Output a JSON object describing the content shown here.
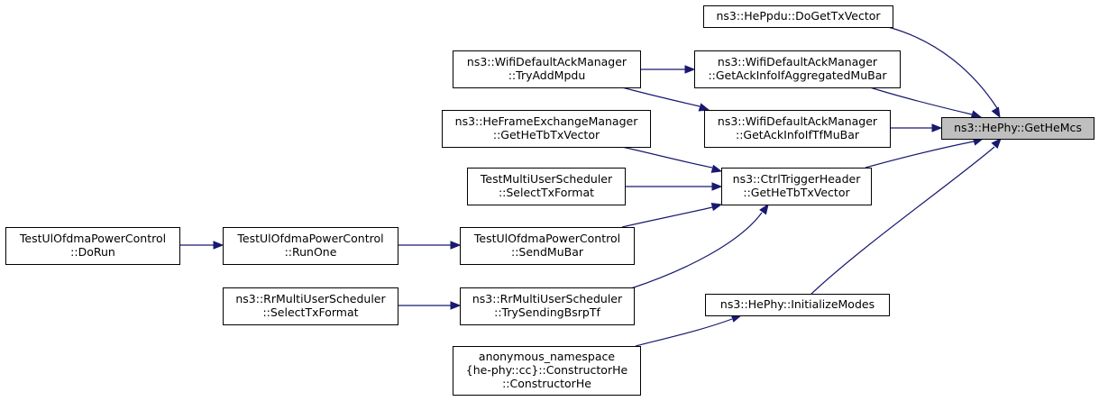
{
  "graph": {
    "nodes": [
      {
        "id": "gethemcs",
        "lines": [
          "ns3::HePhy::GetHeMcs"
        ],
        "highlighted": true
      },
      {
        "id": "heppdu-dogettxvector",
        "lines": [
          "ns3::HePpdu::DoGetTxVector"
        ]
      },
      {
        "id": "getackinfo-aggregated",
        "lines": [
          "ns3::WifiDefaultAckManager",
          "::GetAckInfoIfAggregatedMuBar"
        ]
      },
      {
        "id": "tryaddmpdu",
        "lines": [
          "ns3::WifiDefaultAckManager",
          "::TryAddMpdu"
        ]
      },
      {
        "id": "getackinfo-tfmubar",
        "lines": [
          "ns3::WifiDefaultAckManager",
          "::GetAckInfoIfTfMuBar"
        ]
      },
      {
        "id": "heframe-getdetbtxvector",
        "lines": [
          "ns3::HeFrameExchangeManager",
          "::GetHeTbTxVector"
        ]
      },
      {
        "id": "ctrltrigger-getdetbtxvector",
        "lines": [
          "ns3::CtrlTriggerHeader",
          "::GetHeTbTxVector"
        ]
      },
      {
        "id": "testmultiuser-selecttxformat",
        "lines": [
          "TestMultiUserScheduler",
          "::SelectTxFormat"
        ]
      },
      {
        "id": "testulofdma-sendmubar",
        "lines": [
          "TestUlOfdmaPowerControl",
          "::SendMuBar"
        ]
      },
      {
        "id": "testulofdma-runone",
        "lines": [
          "TestUlOfdmaPowerControl",
          "::RunOne"
        ]
      },
      {
        "id": "testulofdma-dorun",
        "lines": [
          "TestUlOfdmaPowerControl",
          "::DoRun"
        ]
      },
      {
        "id": "rrmultiuser-trysendingbsrptf",
        "lines": [
          "ns3::RrMultiUserScheduler",
          "::TrySendingBsrpTf"
        ]
      },
      {
        "id": "rrmultiuser-selecttxformat",
        "lines": [
          "ns3::RrMultiUserScheduler",
          "::SelectTxFormat"
        ]
      },
      {
        "id": "hephy-initializemodes",
        "lines": [
          "ns3::HePhy::InitializeModes"
        ]
      },
      {
        "id": "anon-constructorhe",
        "lines": [
          "anonymous_namespace",
          "{he-phy::cc}::ConstructorHe",
          "::ConstructorHe"
        ]
      }
    ],
    "edges": [
      {
        "from": "heppdu-dogettxvector",
        "to": "gethemcs"
      },
      {
        "from": "getackinfo-aggregated",
        "to": "gethemcs"
      },
      {
        "from": "getackinfo-tfmubar",
        "to": "gethemcs"
      },
      {
        "from": "ctrltrigger-getdetbtxvector",
        "to": "gethemcs"
      },
      {
        "from": "hephy-initializemodes",
        "to": "gethemcs"
      },
      {
        "from": "tryaddmpdu",
        "to": "getackinfo-aggregated"
      },
      {
        "from": "tryaddmpdu",
        "to": "getackinfo-tfmubar"
      },
      {
        "from": "heframe-getdetbtxvector",
        "to": "ctrltrigger-getdetbtxvector"
      },
      {
        "from": "testmultiuser-selecttxformat",
        "to": "ctrltrigger-getdetbtxvector"
      },
      {
        "from": "testulofdma-sendmubar",
        "to": "ctrltrigger-getdetbtxvector"
      },
      {
        "from": "rrmultiuser-trysendingbsrptf",
        "to": "ctrltrigger-getdetbtxvector"
      },
      {
        "from": "testulofdma-runone",
        "to": "testulofdma-sendmubar"
      },
      {
        "from": "testulofdma-dorun",
        "to": "testulofdma-runone"
      },
      {
        "from": "rrmultiuser-selecttxformat",
        "to": "rrmultiuser-trysendingbsrptf"
      },
      {
        "from": "anon-constructorhe",
        "to": "hephy-initializemodes"
      }
    ]
  }
}
